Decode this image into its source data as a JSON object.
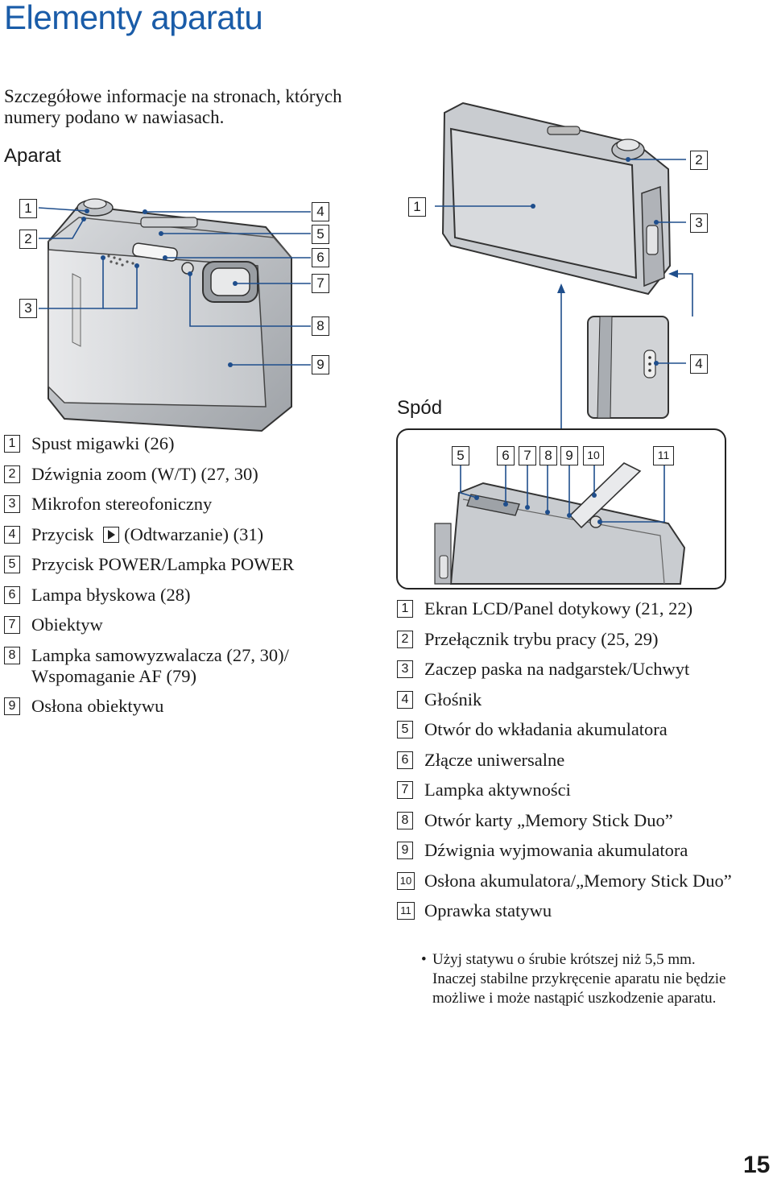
{
  "title": "Elementy aparatu",
  "intro": "Szczegółowe informacje na stronach, których numery podano w nawiasach.",
  "sections": {
    "camera": "Aparat",
    "bottom": "Spód"
  },
  "front_callouts": [
    "1",
    "2",
    "3",
    "4",
    "5",
    "6",
    "7",
    "8",
    "9"
  ],
  "back_callouts": [
    "1",
    "2",
    "3",
    "4"
  ],
  "bottom_callouts": [
    "5",
    "6",
    "7",
    "8",
    "9",
    "10",
    "11"
  ],
  "legend_left": [
    {
      "num": "1",
      "text": "Spust migawki (26)"
    },
    {
      "num": "2",
      "text": "Dźwignia zoom (W/T) (27, 30)"
    },
    {
      "num": "3",
      "text": "Mikrofon stereofoniczny"
    },
    {
      "num": "4",
      "pre": "Przycisk",
      "post": "(Odtwarzanie) (31)",
      "icon": "play-icon"
    },
    {
      "num": "5",
      "text": "Przycisk POWER/Lampka POWER"
    },
    {
      "num": "6",
      "text": "Lampa błyskowa (28)"
    },
    {
      "num": "7",
      "text": "Obiektyw"
    },
    {
      "num": "8",
      "text": "Lampka samowyzwalacza (27, 30)/ Wspomaganie AF (79)"
    },
    {
      "num": "9",
      "text": "Osłona obiektywu"
    }
  ],
  "legend_right": [
    {
      "num": "1",
      "text": "Ekran LCD/Panel dotykowy (21, 22)"
    },
    {
      "num": "2",
      "text": "Przełącznik trybu pracy (25, 29)"
    },
    {
      "num": "3",
      "text": "Zaczep paska na nadgarstek/Uchwyt"
    },
    {
      "num": "4",
      "text": "Głośnik"
    },
    {
      "num": "5",
      "text": "Otwór do wkładania akumulatora"
    },
    {
      "num": "6",
      "text": "Złącze uniwersalne"
    },
    {
      "num": "7",
      "text": "Lampka aktywności"
    },
    {
      "num": "8",
      "text": "Otwór karty „Memory Stick Duo”"
    },
    {
      "num": "9",
      "text": "Dźwignia wyjmowania akumulatora"
    },
    {
      "num": "10",
      "text": "Osłona akumulatora/„Memory Stick Duo”"
    },
    {
      "num": "11",
      "text": "Oprawka statywu"
    }
  ],
  "note": "Użyj statywu o śrubie krótszej niż 5,5 mm. Inaczej stabilne przykręcenie aparatu nie będzie możliwe i może nastąpić uszkodzenie aparatu.",
  "page_number": "15",
  "colors": {
    "title": "#1a5ca8",
    "line": "#1f4e8c",
    "body": "#b9bcc1"
  }
}
